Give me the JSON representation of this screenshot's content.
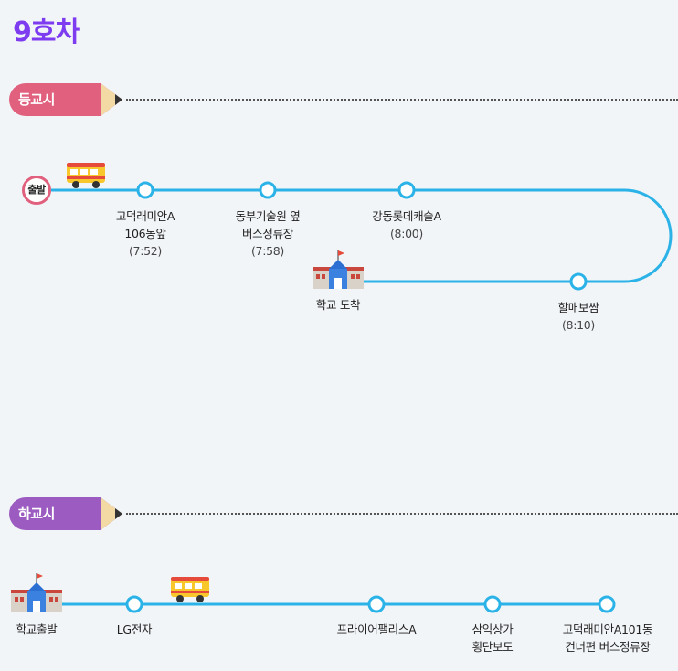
{
  "title": "9호차",
  "morning": {
    "tag": "등교시",
    "start_label": "출발",
    "stops": [
      {
        "name": "고덕래미안A",
        "name2": "106동앞",
        "time": "(7:52)"
      },
      {
        "name": "동부기술원 옆",
        "name2": "버스정류장",
        "time": "(7:58)"
      },
      {
        "name": "강동롯데캐슬A",
        "name2": "",
        "time": "(8:00)"
      },
      {
        "name": "할매보쌈",
        "name2": "",
        "time": "(8:10)"
      },
      {
        "name": "학교 도착",
        "name2": "",
        "time": ""
      }
    ]
  },
  "afternoon": {
    "tag": "하교시",
    "stops": [
      {
        "name": "학교출발",
        "name2": ""
      },
      {
        "name": "LG전자",
        "name2": ""
      },
      {
        "name": "프라이어팰리스A",
        "name2": ""
      },
      {
        "name": "삼익상가",
        "name2": "횡단보도"
      },
      {
        "name": "고덕래미안A101동",
        "name2": "건너편 버스정류장"
      }
    ]
  },
  "colors": {
    "line": "#2bb3e8",
    "morning_tag": "#e0607e",
    "afternoon_tag": "#9b5bc0",
    "title": "#7d3cf0"
  },
  "icons": {
    "bus": "school-bus-icon",
    "school": "school-building-icon",
    "stop": "stop-circle-icon"
  }
}
